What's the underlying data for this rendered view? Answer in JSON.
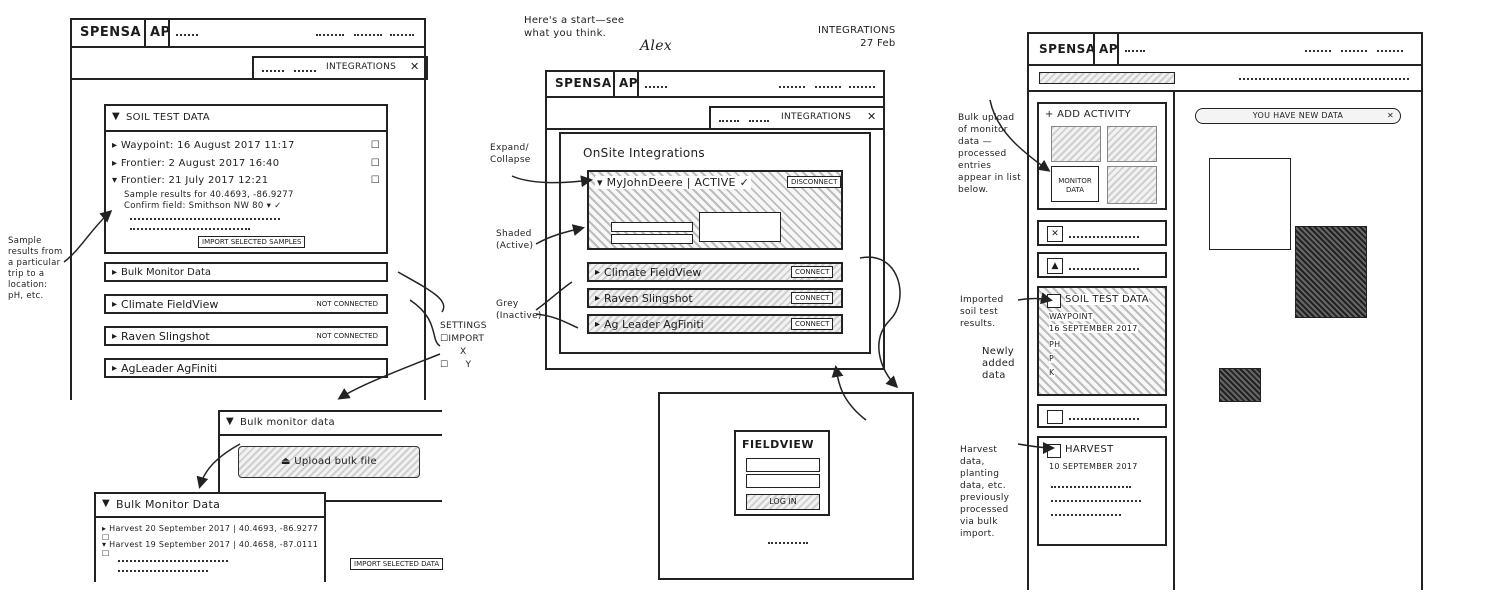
{
  "brand": {
    "name": "SPENSA",
    "suffix": "AP"
  },
  "panel1": {
    "tab_label": "INTEGRATIONS",
    "soil": {
      "title": "SOIL TEST DATA",
      "rows": [
        "Waypoint: 16 August 2017 11:17",
        "Frontier: 2 August 2017 16:40",
        "Frontier: 21 July 2017 12:21"
      ],
      "sample_results": "Sample results for 40.4693, -86.9277",
      "confirm_field": "Confirm field: Smithson NW 80",
      "import_button": "IMPORT SELECTED SAMPLES"
    },
    "sections": [
      {
        "label": "Bulk Monitor Data",
        "status": ""
      },
      {
        "label": "Climate FieldView",
        "status": "NOT CONNECTED"
      },
      {
        "label": "Raven Slingshot",
        "status": "NOT CONNECTED"
      },
      {
        "label": "AgLeader AgFiniti",
        "status": ""
      }
    ],
    "note_sample": "Sample results from a particular trip to a location: pH, etc.",
    "settings": {
      "title": "SETTINGS",
      "item1": "IMPORT",
      "x1": "X",
      "y1": "Y"
    },
    "bulk_small": {
      "title": "Bulk monitor data",
      "upload": "Upload bulk file"
    },
    "bulk_large": {
      "title": "Bulk Monitor Data",
      "rows": [
        "Harvest 20 September 2017 | 40.4693, -86.9277",
        "Harvest 19 September 2017 | 40.4658, -87.0111"
      ],
      "import_button": "IMPORT SELECTED DATA"
    }
  },
  "panel2": {
    "note_top": "Here's a start—see what you think.",
    "signature": "Alex",
    "date_note": {
      "title": "INTEGRATIONS",
      "date": "27 Feb"
    },
    "tab_label": "INTEGRATIONS",
    "heading": "OnSite Integrations",
    "john_deere": {
      "name": "MyJohnDeere",
      "status": "ACTIVE",
      "button": "DISCONNECT"
    },
    "rows": [
      {
        "label": "Climate FieldView",
        "button": "CONNECT"
      },
      {
        "label": "Raven Slingshot",
        "button": "CONNECT"
      },
      {
        "label": "Ag Leader AgFiniti",
        "button": "CONNECT"
      }
    ],
    "note_expand": "Expand/ Collapse",
    "note_shaded": "Shaded (Active)",
    "note_grey": "Grey (Inactive)",
    "fieldview": {
      "logo": "FIELDVIEW",
      "login": "LOG IN"
    }
  },
  "panel3": {
    "add_activity": "+ ADD ACTIVITY",
    "monitor_data": "MONITOR DATA",
    "banner": "YOU HAVE NEW DATA",
    "soil_card": {
      "title": "SOIL TEST DATA",
      "source": "WAYPOINT",
      "date": "16 SEPTEMBER 2017",
      "labels": [
        "PH",
        "P",
        "K"
      ]
    },
    "harvest_card": {
      "title": "HARVEST",
      "date": "10 SEPTEMBER 2017"
    },
    "note_bulk": "Bulk upload of monitor data — processed entries appear in list below.",
    "note_imported": "Imported soil test results.",
    "note_newly": "Newly added data",
    "note_harvest": "Harvest data, planting data, etc. previously processed via bulk import."
  }
}
